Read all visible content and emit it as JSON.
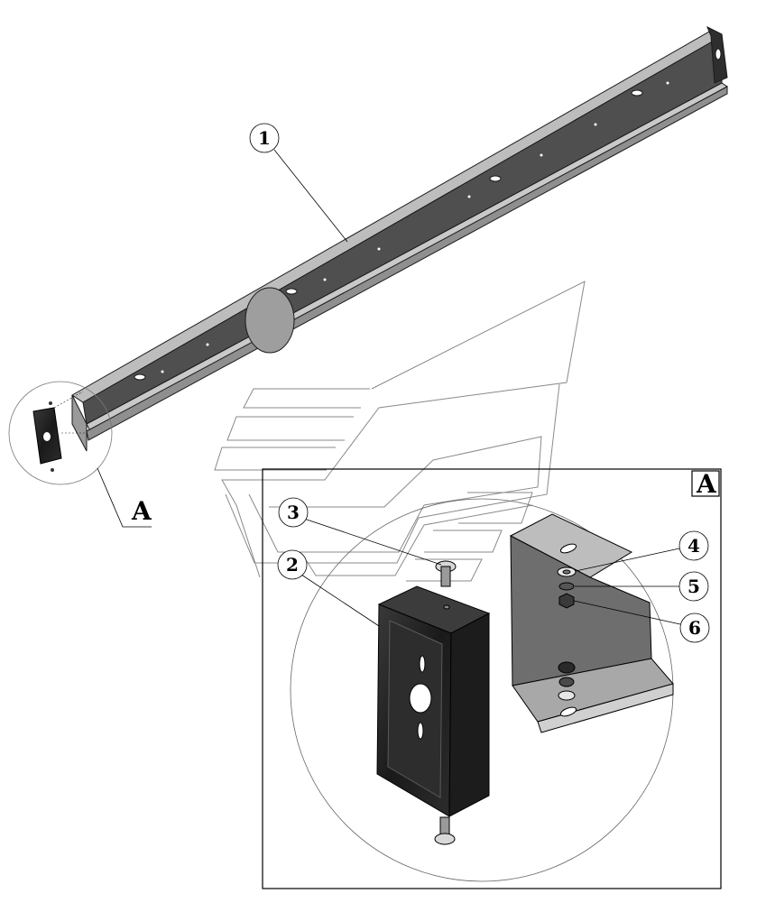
{
  "diagram": {
    "callouts": {
      "part_1": "1",
      "part_2": "2",
      "part_3": "3",
      "part_4": "4",
      "part_5": "5",
      "part_6": "6"
    },
    "detail_view": {
      "marker_label": "A",
      "box_label": "A"
    },
    "colors": {
      "line": "#000000",
      "beam_light": "#c9c9c9",
      "beam_mid": "#9a9a9a",
      "beam_dark": "#505050",
      "cap_dark": "#1e1e1e",
      "watermark": "#8a8a8a"
    }
  }
}
